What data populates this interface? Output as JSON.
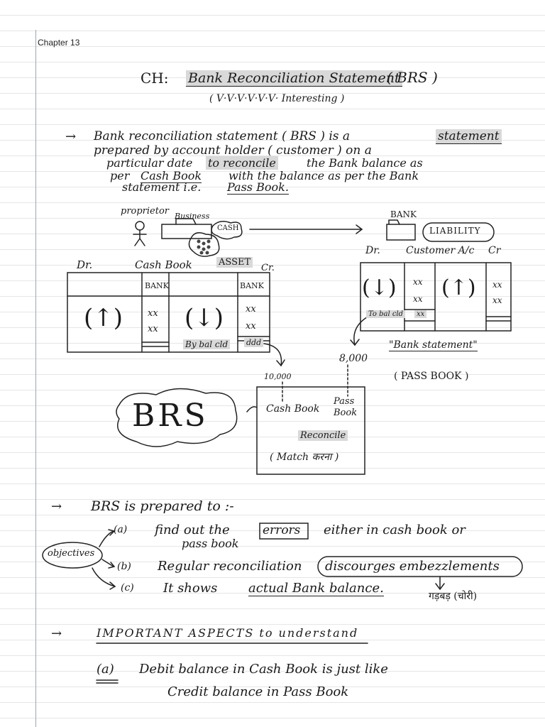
{
  "header": {
    "chapter": "Chapter 13"
  },
  "title": {
    "prefix": "CH:",
    "main": "Bank Reconciliation Statement",
    "abbr": "( BRS )",
    "subtitle": "( V·V·V·V·V·V· Interesting )"
  },
  "definition": {
    "arrow": "→",
    "line1a": "Bank reconciliation statement ( BRS ) is a",
    "line1b": "statement",
    "line2": "prepared by account holder ( customer ) on a",
    "line3a": "particular date",
    "line3b": "to reconcile",
    "line3c": "the Bank balance as",
    "line4a": "per",
    "line4b": "Cash Book",
    "line4c": "with the balance as per the Bank",
    "line5a": "statement i.e.",
    "line5b": "Pass Book."
  },
  "diagram": {
    "proprietor": "proprietor",
    "business": "Business",
    "cash": "CASH",
    "bank": "BANK",
    "liability": "LIABILITY",
    "dr_left": "Dr.",
    "cashbook_title": "Cash Book",
    "asset": "ASSET",
    "cr_left": "Cr.",
    "bank_col1": "BANK",
    "bank_col2": "BANK",
    "up_arrow": "(↑)",
    "down_arrow": "(↓)",
    "xx": "xx",
    "by_bal": "By bal cld",
    "ddd": "ddd",
    "dr_right": "Dr.",
    "customer_ac": "Customer A/c",
    "cr_right": "Cr",
    "to_bal": "To bal cld",
    "amount_8000": "8,000",
    "amount_10000": "10,000",
    "bank_statement": "\"Bank statement\"",
    "pass_book_label": "( PASS BOOK )",
    "brs_cloud": "BRS",
    "recon_cashbook": "Cash Book",
    "recon_passbook": "Pass Book",
    "reconcile": "Reconcile",
    "match": "( Match करना )"
  },
  "objectives": {
    "intro_arrow": "→",
    "intro": "BRS is prepared to :-",
    "label": "objectives",
    "a_marker": "(a)",
    "a_text1": "find out the",
    "a_errors": "errors",
    "a_text2": "either in cash book or",
    "a_text3": "pass book",
    "b_marker": "(b)",
    "b_text": "Regular reconciliation",
    "b_oval": "discourges embezzlements",
    "b_note": "गड़बड़ (चोरी)",
    "c_marker": "(c)",
    "c_text1": "It shows",
    "c_text2": "actual Bank balance."
  },
  "aspects": {
    "arrow": "→",
    "heading": "IMPORTANT ASPECTS to understand",
    "a_marker": "(a)",
    "a_line1": "Debit balance in Cash Book is just like",
    "a_line2": "Credit balance in Pass Book"
  }
}
